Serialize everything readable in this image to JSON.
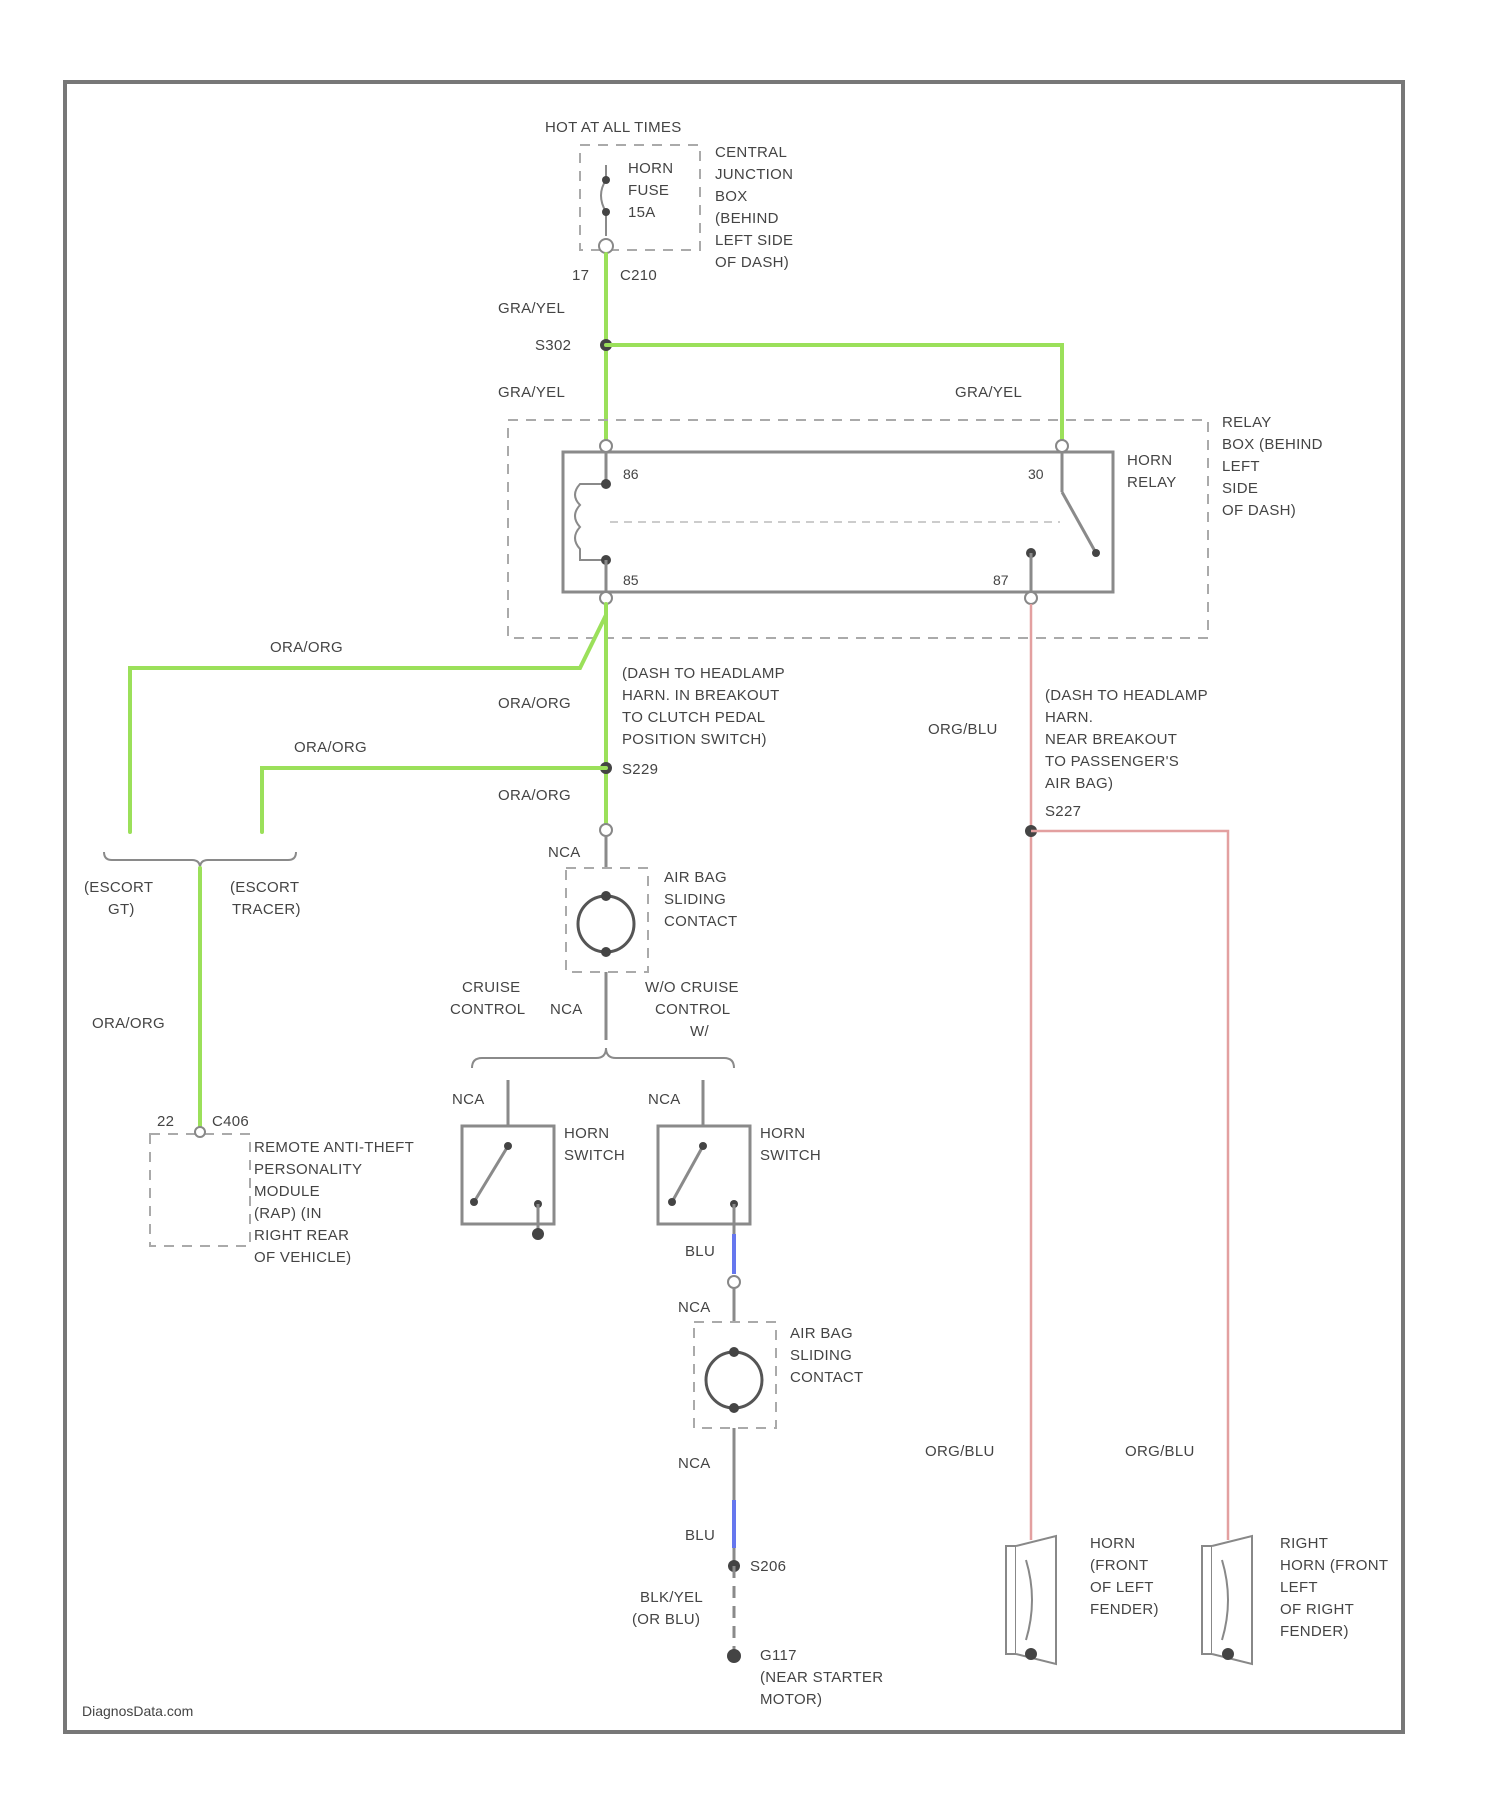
{
  "diagram": {
    "source": {
      "power_label": "HOT AT ALL TIMES",
      "fuse_label": [
        "HORN",
        "FUSE",
        "15A"
      ],
      "junction_box_label": [
        "CENTRAL",
        "JUNCTION",
        "BOX",
        "(BEHIND",
        "LEFT SIDE",
        "OF DASH)"
      ],
      "connector_pin": "17",
      "connector_id": "C210"
    },
    "wires": {
      "gra_yel_1": "GRA/YEL",
      "gra_yel_2": "GRA/YEL",
      "gra_yel_3": "GRA/YEL",
      "org_ora_1": "ORA/ORG",
      "org_ora_2": "ORA/ORG",
      "org_ora_3": "ORA/ORG",
      "org_ora_4": "ORA/ORG",
      "org_ora_5": "ORA/ORG",
      "org_blu_1": "ORG/BLU",
      "org_blu_2": "ORG/BLU",
      "org_blu_3": "ORG/BLU",
      "blu_1": "BLU",
      "blu_2": "BLU",
      "blk_yel": [
        "BLK/YEL",
        "(OR BLU)"
      ]
    },
    "splices": {
      "s_top": "S302",
      "s_mid": "S229",
      "s_red": "S227",
      "s_blue": "S206",
      "ground": [
        "G117",
        "(NEAR STARTER",
        "MOTOR)"
      ]
    },
    "relay": {
      "box_label": [
        "RELAY",
        "BOX (BEHIND",
        "LEFT",
        "SIDE",
        "OF DASH)"
      ],
      "name": [
        "HORN",
        "RELAY"
      ],
      "pin_tl": "86",
      "pin_tr": "30",
      "pin_bl": "85",
      "pin_br": "87"
    },
    "notes": {
      "dash_left": [
        "(DASH TO HEADLAMP",
        "HARN. IN BREAKOUT",
        "TO CLUTCH PEDAL",
        "POSITION SWITCH)"
      ],
      "dash_right": [
        "(DASH TO HEADLAMP",
        "HARN.",
        "NEAR BREAKOUT",
        "TO PASSENGER'S",
        "AIR BAG)"
      ]
    },
    "variants": {
      "escort_gt": [
        "(ESCORT",
        "GT)"
      ],
      "escort_tracer": [
        "(ESCORT",
        "TRACER)"
      ],
      "cruise": [
        "CRUISE",
        "CONTROL"
      ],
      "no_cruise": [
        "W/O CRUISE",
        "CONTROL",
        "W/"
      ]
    },
    "components": {
      "air_bag_1": [
        "AIR BAG",
        "SLIDING",
        "CONTACT"
      ],
      "air_bag_2": [
        "AIR BAG",
        "SLIDING",
        "CONTACT"
      ],
      "nca_1": "NCA",
      "nca_2": "NCA",
      "nca_3": "NCA",
      "nca_4": "NCA",
      "nca_5": "NCA",
      "nca_6": "NCA",
      "horn_switch_1": [
        "HORN",
        "SWITCH"
      ],
      "horn_switch_2": [
        "HORN",
        "SWITCH"
      ],
      "anti_theft_pin": "22",
      "anti_theft_conn": "C406",
      "anti_theft": [
        "REMOTE ANTI-THEFT",
        "PERSONALITY",
        "MODULE",
        "(RAP) (IN",
        "RIGHT REAR",
        "OF VEHICLE)"
      ],
      "horn_left": [
        "HORN",
        "(FRONT",
        "OF LEFT",
        "FENDER)"
      ],
      "horn_right": [
        "RIGHT",
        "HORN (FRONT",
        "LEFT",
        "OF RIGHT",
        "FENDER)"
      ]
    },
    "watermark": "DiagnosData.com"
  }
}
